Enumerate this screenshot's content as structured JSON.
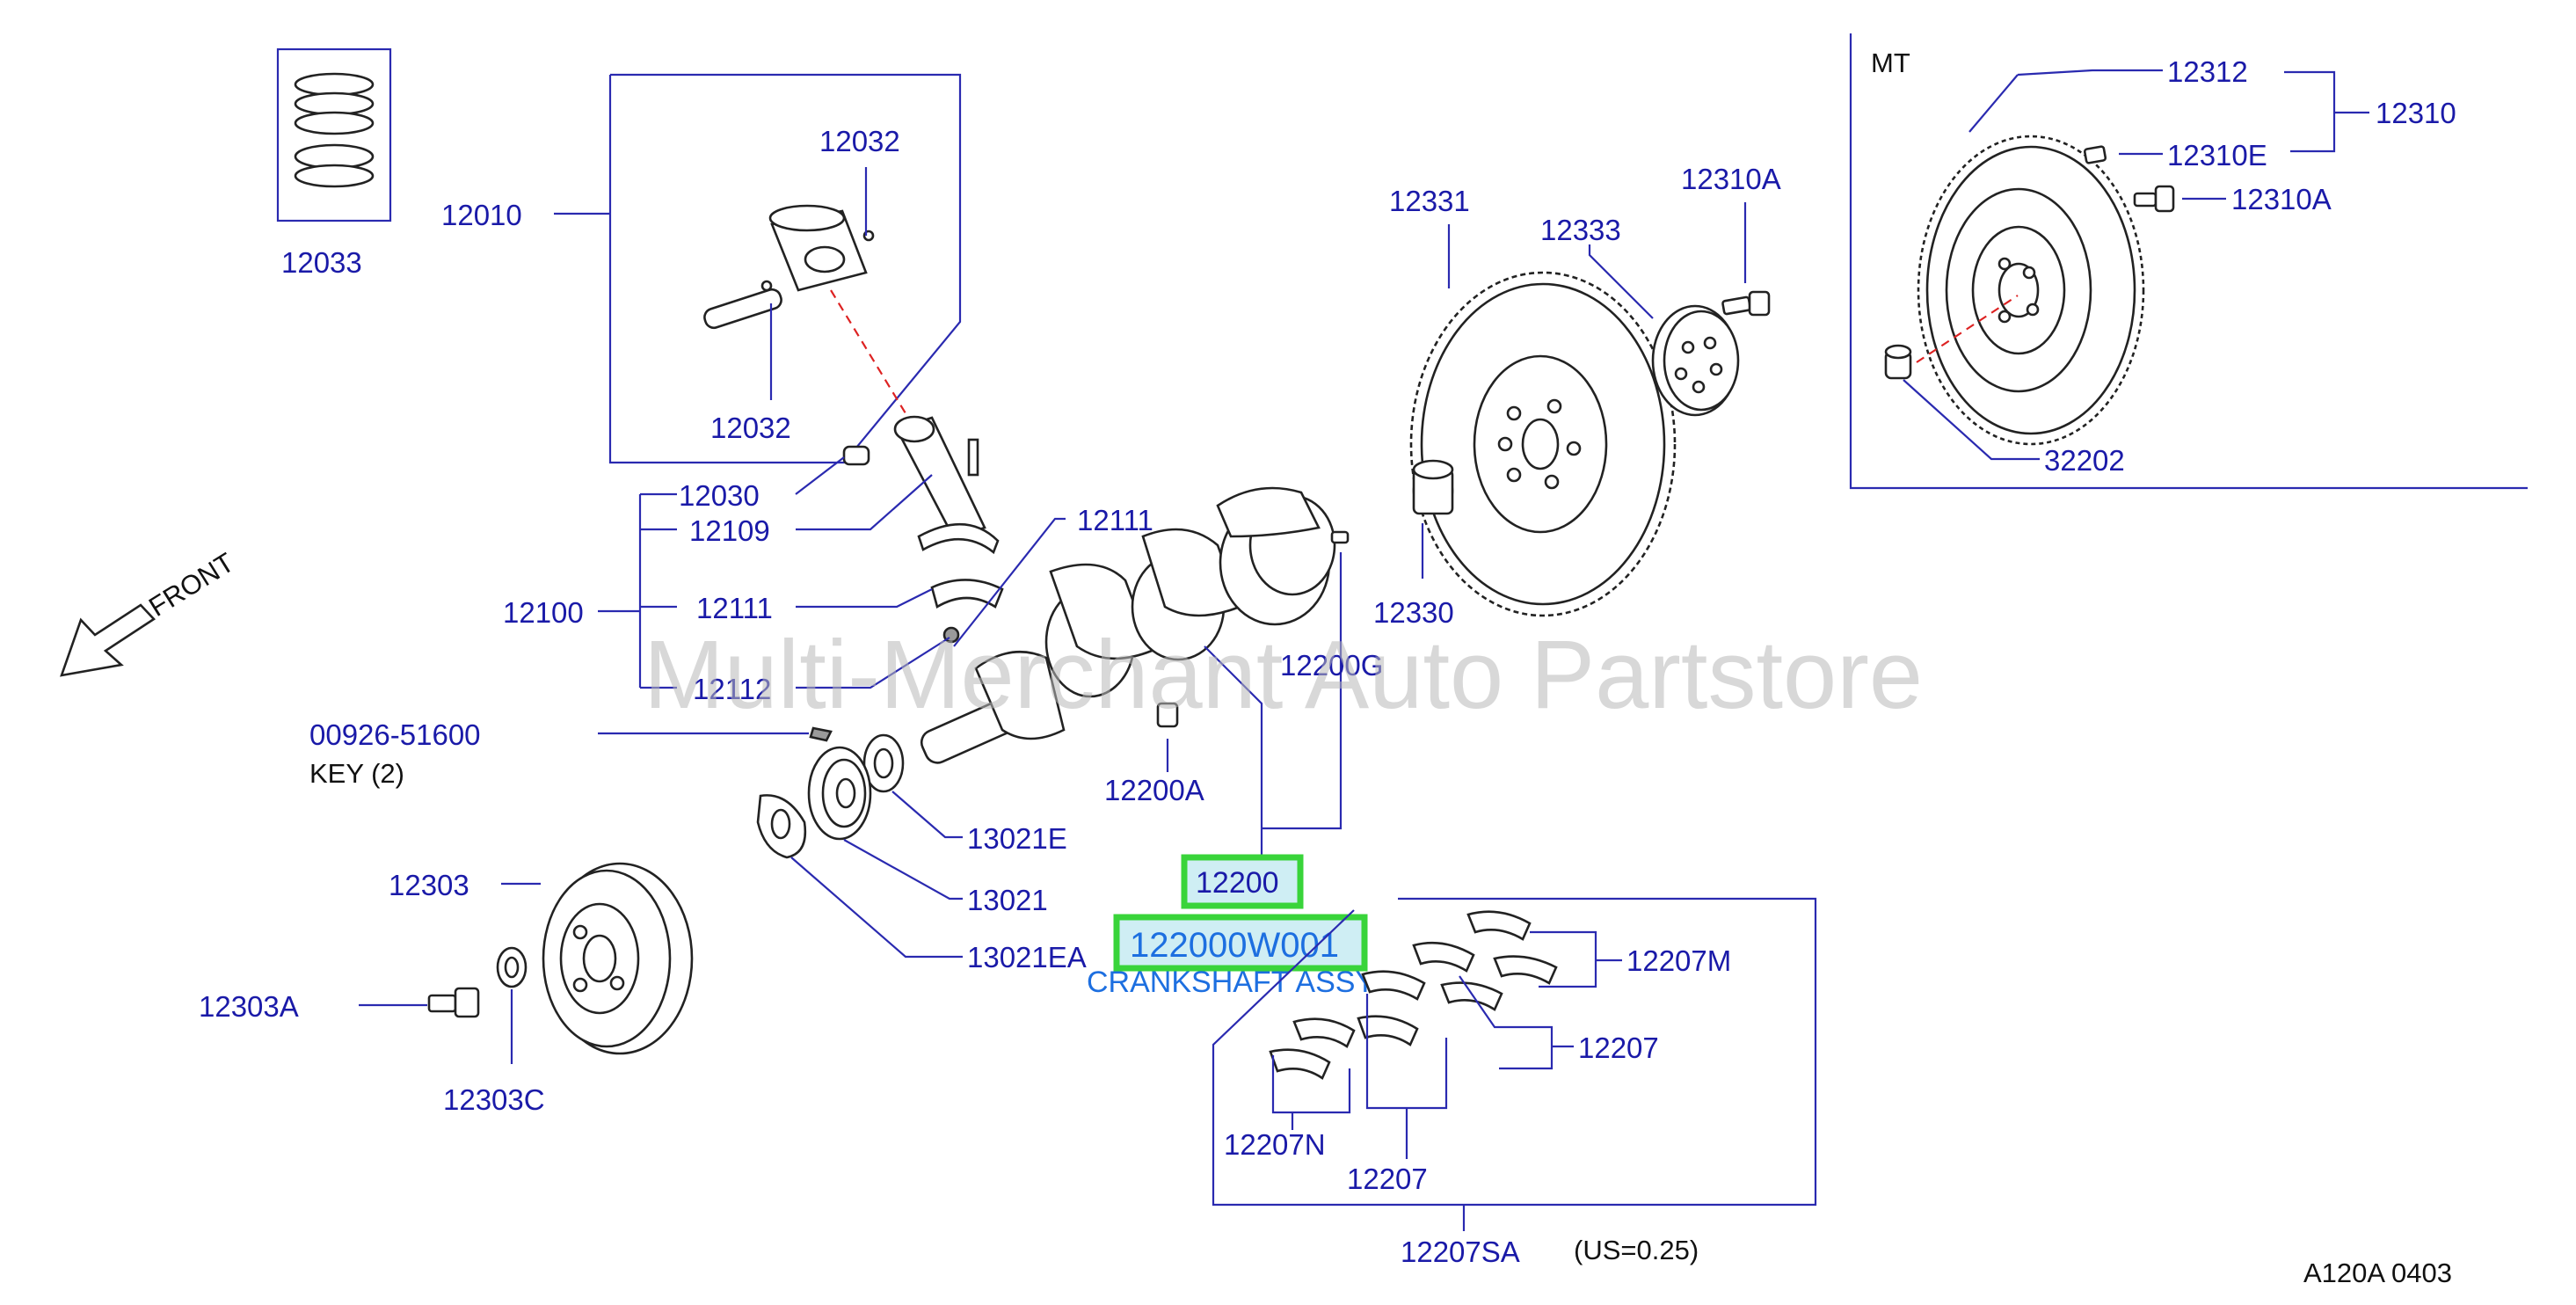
{
  "watermark": "Multi-Merchant Auto Partstore",
  "front_label": "FRONT",
  "mt_label": "MT",
  "key_note": "KEY   (2)",
  "us_note": "(US=0.25)",
  "figure_code": "A120A   0403",
  "selected_part": {
    "part_number": "122000W001",
    "description": "CRANKSHAFT ASSY",
    "ref_label": "12200"
  },
  "callouts": {
    "c12033": "12033",
    "c12010": "12010",
    "c12032a": "12032",
    "c12032b": "12032",
    "c12030": "12030",
    "c12109": "12109",
    "c12100": "12100",
    "c12111a": "12111",
    "c12111b": "12111",
    "c12112": "12112",
    "c12200g": "12200G",
    "c12200a": "12200A",
    "c00926": "00926-51600",
    "c13021e": "13021E",
    "c13021": "13021",
    "c13021ea": "13021EA",
    "c12303": "12303",
    "c12303a": "12303A",
    "c12303c": "12303C",
    "c12331": "12331",
    "c12333": "12333",
    "c12310a_mid": "12310A",
    "c12330": "12330",
    "c12312": "12312",
    "c12310": "12310",
    "c12310e": "12310E",
    "c12310a_mt": "12310A",
    "c32202": "32202",
    "c12207m": "12207M",
    "c12207a": "12207",
    "c12207n": "12207N",
    "c12207b": "12207",
    "c12207sa": "12207SA"
  },
  "colors": {
    "label_blue": "#1a1aa8",
    "highlight_green": "#39d43a",
    "highlight_fill": "#cfeef4",
    "description_blue": "#1d6fe0",
    "watermark_gray": "#b9b9b9"
  }
}
